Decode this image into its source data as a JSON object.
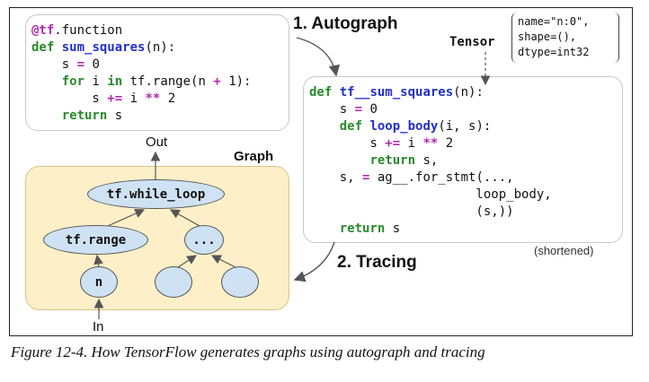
{
  "code_original": {
    "decorator": "@tf",
    "decorator_rest": ".function",
    "line2_kw": "def",
    "line2_fn": "sum_squares",
    "line2_rest": "(n):",
    "line3": "    s ",
    "line3_op": "=",
    "line3_rest": " 0",
    "line4_kw": "for",
    "line4_mid": " i ",
    "line4_kw2": "in",
    "line4_rest": " tf.range(n ",
    "line4_op": "+",
    "line4_end": " 1):",
    "line5_pre": "        s ",
    "line5_op": "+=",
    "line5_mid": " i ",
    "line5_op2": "**",
    "line5_end": " 2",
    "line6_kw": "return",
    "line6_rest": " s"
  },
  "code_generated": {
    "l1_kw": "def",
    "l1_fn": "tf__sum_squares",
    "l1_rest": "(n):",
    "l2_pre": "    s ",
    "l2_op": "=",
    "l2_rest": " 0",
    "l3_kw": "def",
    "l3_fn": "loop_body",
    "l3_rest": "(i, s):",
    "l4_pre": "        s ",
    "l4_op": "+=",
    "l4_mid": " i ",
    "l4_op2": "**",
    "l4_end": " 2",
    "l5_kw": "return",
    "l5_rest": " s,",
    "l6_pre": "    s, ",
    "l6_op": "=",
    "l6_rest": " ag__.for_stmt(...,",
    "l7": "                      loop_body,",
    "l8": "                      (s,))",
    "l9_kw": "return",
    "l9_rest": " s"
  },
  "labels": {
    "autograph": "1.  Autograph",
    "tracing": "2.  Tracing",
    "tensor": "Tensor",
    "tensor_name": "name=\"n:0\",",
    "tensor_shape": "shape=(),",
    "tensor_dtype": "dtype=int32",
    "shortened": "(shortened)",
    "graph": "Graph",
    "out": "Out",
    "in": "In"
  },
  "graph_nodes": {
    "while_loop": "tf.while_loop",
    "range": "tf.range",
    "dots": "...",
    "n": "n",
    "blank1": "",
    "blank2": ""
  },
  "caption": "Figure 12-4. How TensorFlow generates graphs using autograph and tracing"
}
